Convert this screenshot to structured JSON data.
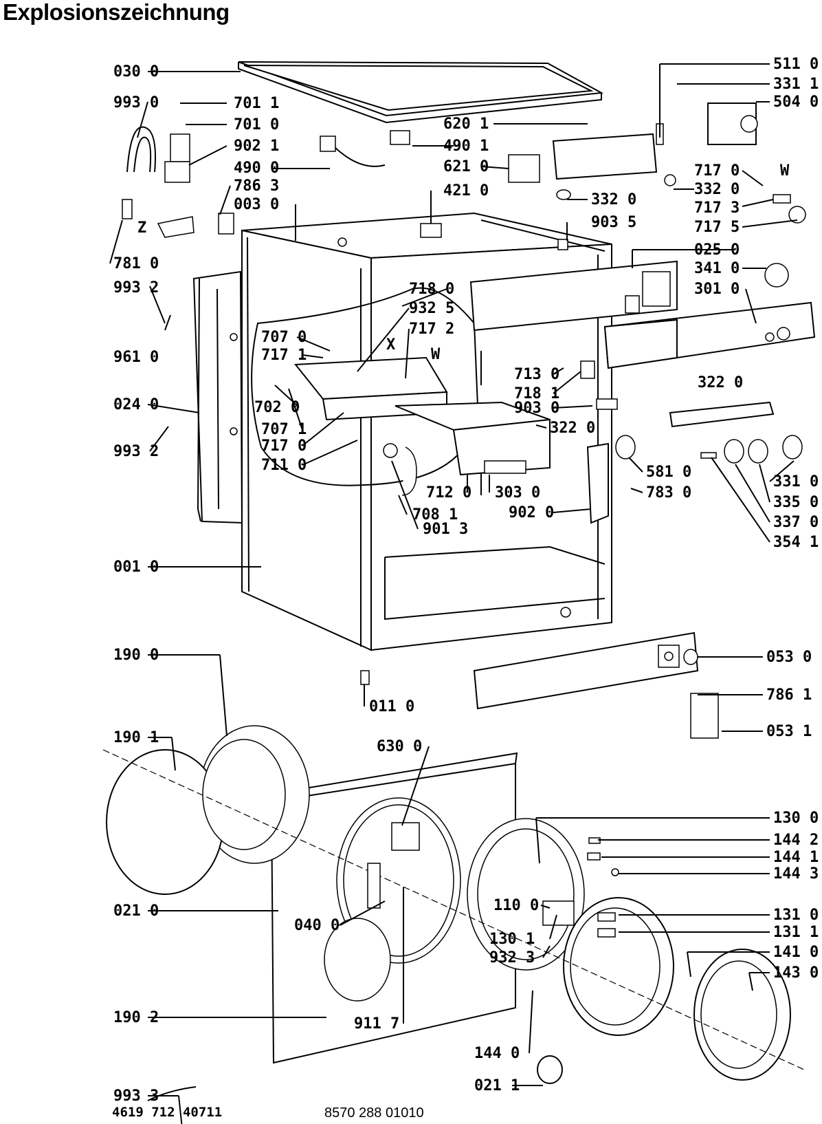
{
  "title": "Explosionszeichnung",
  "footer": {
    "code_left": "4619 712 40711",
    "code_center": "8570 288 01010"
  },
  "labels": {
    "l0300": "030 0",
    "l9930": "993 0",
    "l7011": "701 1",
    "l7010": "701 0",
    "l9021": "902 1",
    "l4900": "490 0",
    "l4901": "490 1",
    "l7863": "786 3",
    "l0030": "003 0",
    "l7810": "781 0",
    "l9932a": "993 2",
    "l9610": "961 0",
    "l0240": "024 0",
    "l9932b": "993 2",
    "l0010": "001 0",
    "l5110": "511 0",
    "l3311a": "331 1",
    "l5040": "504 0",
    "l6201": "620 1",
    "l6210": "621 0",
    "l7170": "717 0",
    "l3320a": "332 0",
    "l3320b": "332 0",
    "l7173": "717 3",
    "l7175": "717 5",
    "l4210": "421 0",
    "l9035": "903 5",
    "l0250": "025 0",
    "l3410": "341 0",
    "l3010": "301 0",
    "l7180": "718 0",
    "l9325": "932 5",
    "l7172": "717 2",
    "l7070": "707 0",
    "l7171": "717 1",
    "lX": "X",
    "lW1": "W",
    "lW2": "W",
    "lZ": "Z",
    "l7020": "702 0",
    "l7071": "707 1",
    "l7171b": "717 0",
    "l7110": "711 0",
    "l7130": "713 0",
    "l7181": "718 1",
    "l9030": "903 0",
    "l3220a": "322 0",
    "l3220b": "322 0",
    "l7120": "712 0",
    "l3030": "303 0",
    "l7081": "708 1",
    "l9020": "902 0",
    "l9013": "901 3",
    "l5810": "581 0",
    "l7830": "783 0",
    "l3310": "331 0",
    "l3350": "335 0",
    "l3370": "337 0",
    "l3541": "354 1",
    "l1900": "190 0",
    "l0110": "011 0",
    "l0530": "053 0",
    "l7861": "786 1",
    "l0531": "053 1",
    "l1901": "190 1",
    "l6300": "630 0",
    "l1300": "130 0",
    "l1442": "144 2",
    "l1441": "144 1",
    "l1443": "144 3",
    "l0210": "021 0",
    "l1100": "110 0",
    "l1310": "131 0",
    "l1311": "131 1",
    "l0400": "040 0",
    "l1301": "130 1",
    "l1410": "141 0",
    "l9323": "932 3",
    "l1430": "143 0",
    "l1902": "190 2",
    "l9117": "911 7",
    "l9933": "993 3",
    "l1440": "144 0",
    "l0211": "021 1"
  }
}
